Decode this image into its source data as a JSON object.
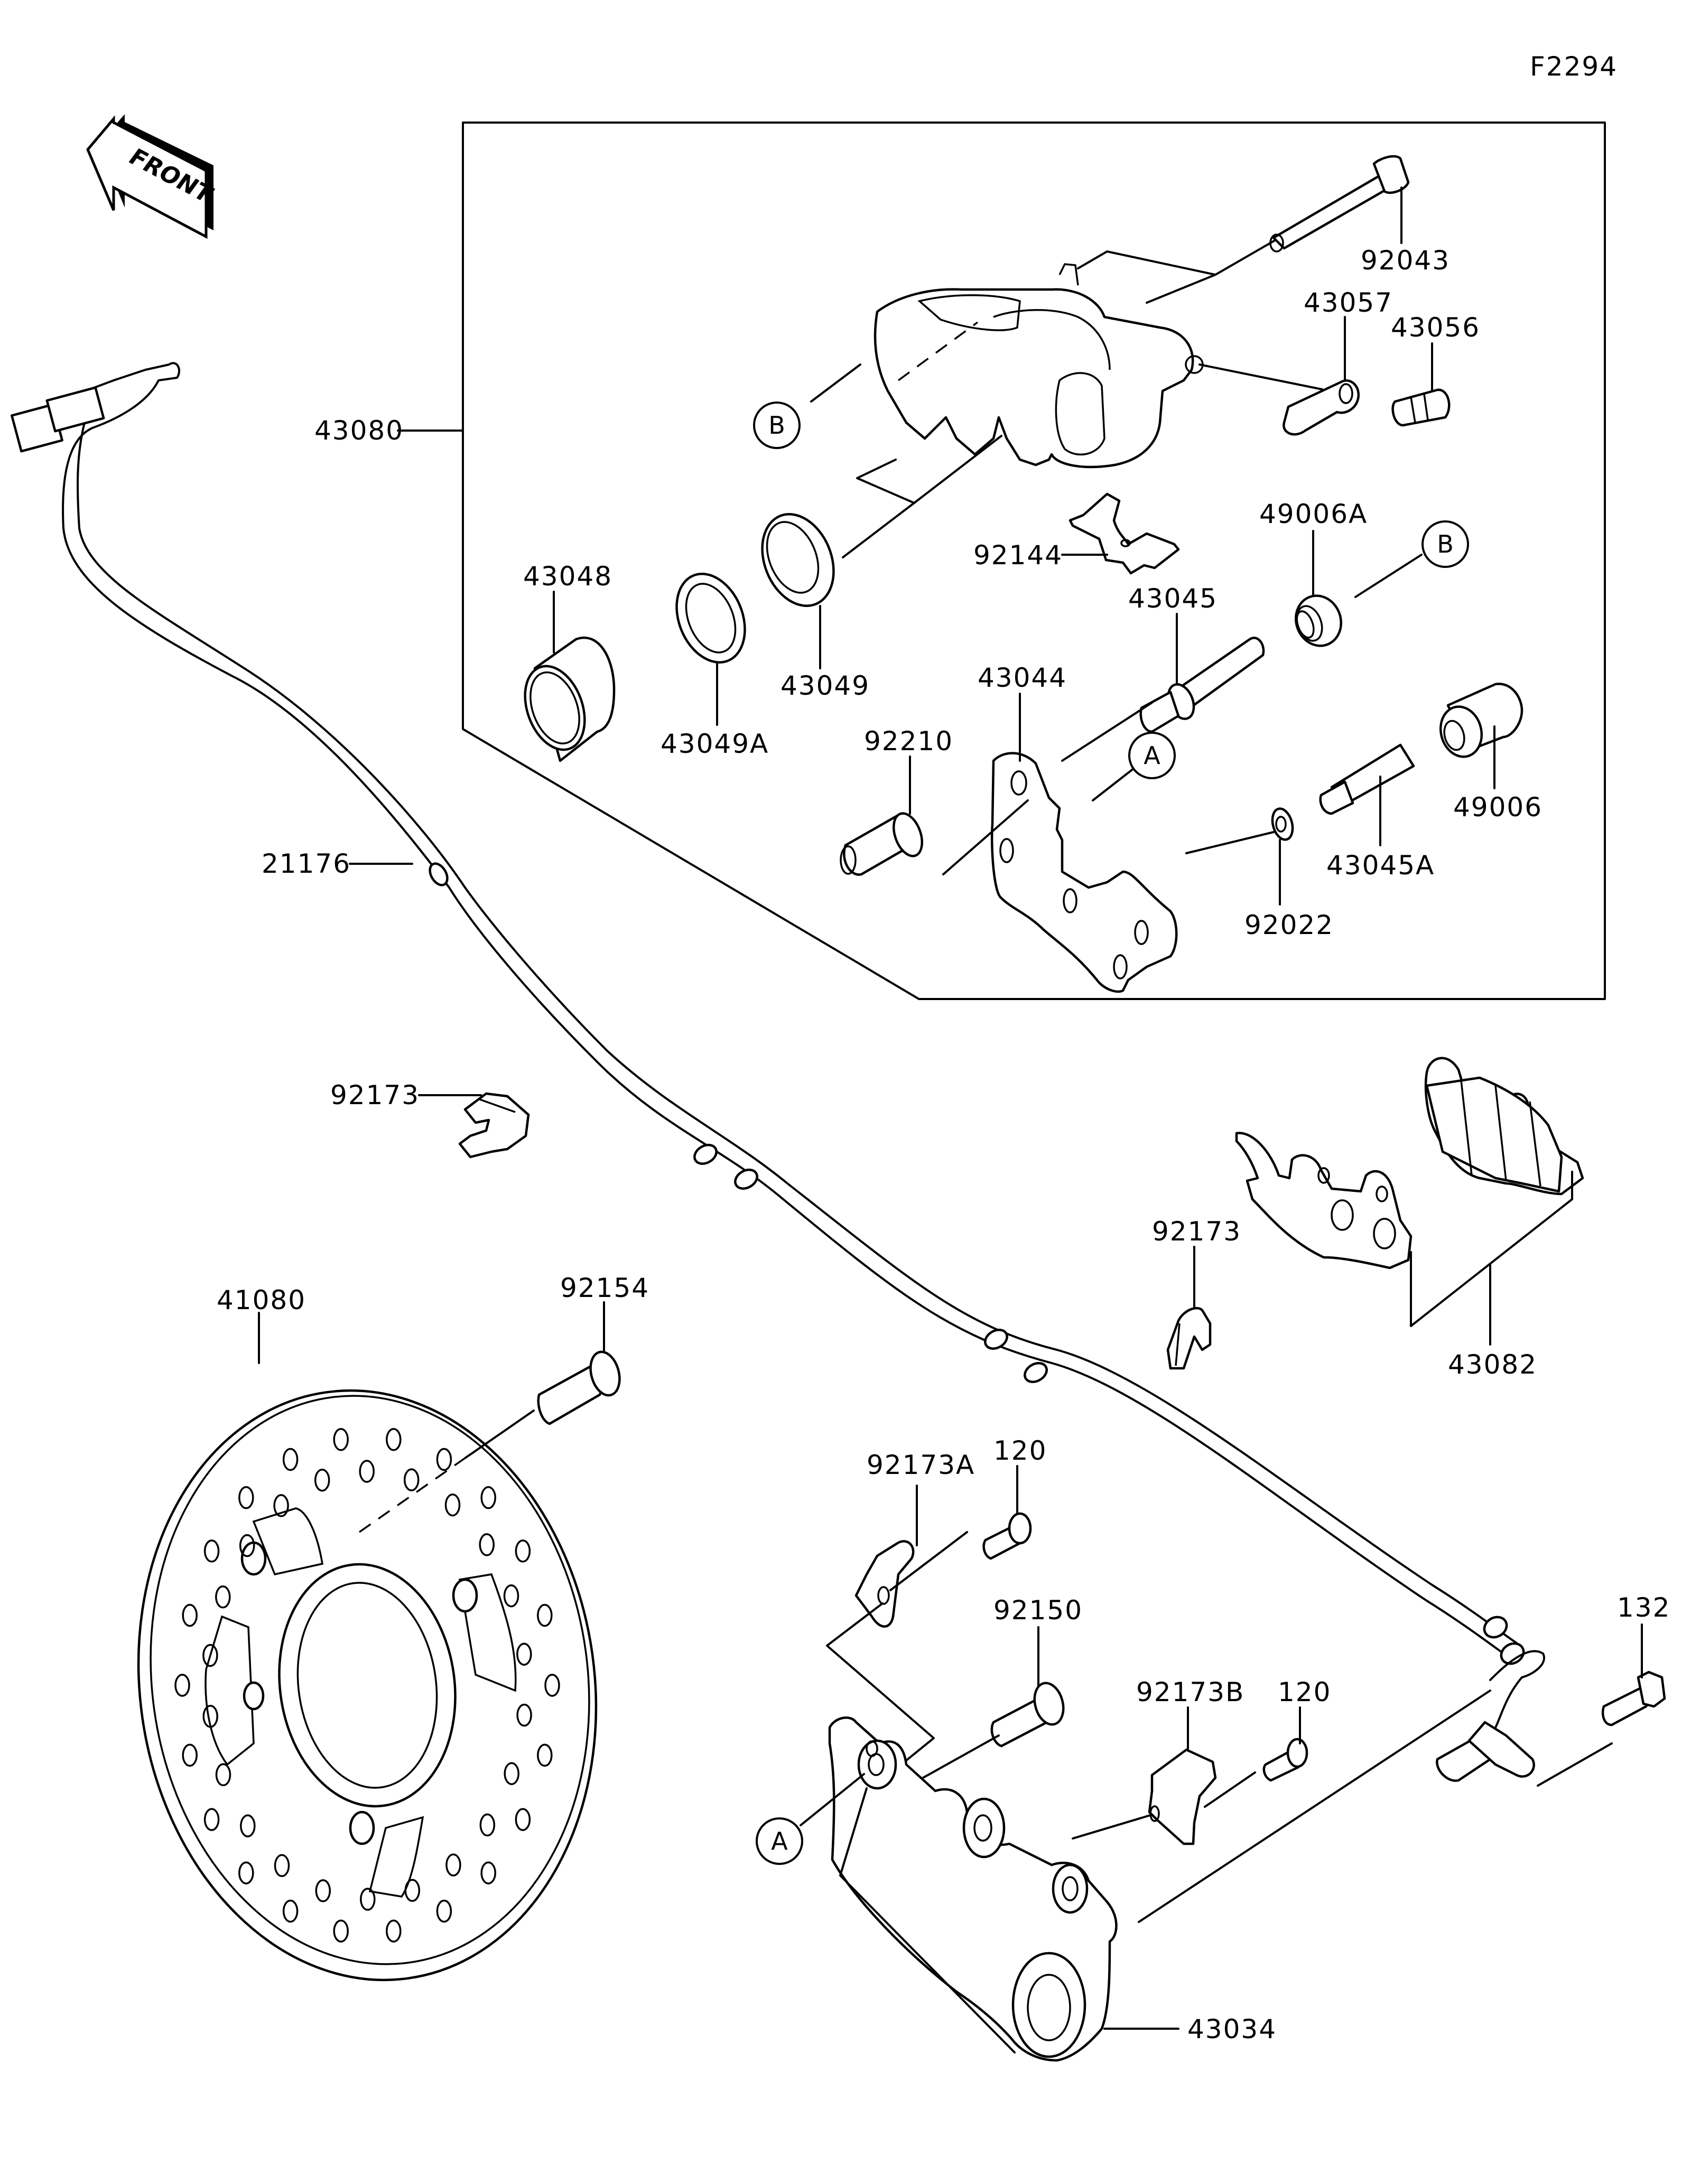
{
  "diagram": {
    "figure_code": "F2294",
    "direction_indicator": "FRONT",
    "assembly_group_label": "43080",
    "reference_markers": [
      "A",
      "B"
    ],
    "parts": [
      {
        "id": "p92043",
        "number": "92043"
      },
      {
        "id": "p43057",
        "number": "43057"
      },
      {
        "id": "p43056",
        "number": "43056"
      },
      {
        "id": "p43080",
        "number": "43080"
      },
      {
        "id": "p92144",
        "number": "92144"
      },
      {
        "id": "p49006A",
        "number": "49006A"
      },
      {
        "id": "p43048",
        "number": "43048"
      },
      {
        "id": "p43049A",
        "number": "43049A"
      },
      {
        "id": "p43049",
        "number": "43049"
      },
      {
        "id": "p43045",
        "number": "43045"
      },
      {
        "id": "p43044",
        "number": "43044"
      },
      {
        "id": "p92210",
        "number": "92210"
      },
      {
        "id": "p49006",
        "number": "49006"
      },
      {
        "id": "p43045A",
        "number": "43045A"
      },
      {
        "id": "p92022",
        "number": "92022"
      },
      {
        "id": "p21176",
        "number": "21176"
      },
      {
        "id": "p92173_upper",
        "number": "92173"
      },
      {
        "id": "p92173_lower",
        "number": "92173"
      },
      {
        "id": "p43082",
        "number": "43082"
      },
      {
        "id": "p41080",
        "number": "41080"
      },
      {
        "id": "p92154",
        "number": "92154"
      },
      {
        "id": "p92173A",
        "number": "92173A"
      },
      {
        "id": "p120_upper",
        "number": "120"
      },
      {
        "id": "p92150",
        "number": "92150"
      },
      {
        "id": "p92173B",
        "number": "92173B"
      },
      {
        "id": "p120_lower",
        "number": "120"
      },
      {
        "id": "p132",
        "number": "132"
      },
      {
        "id": "p43034",
        "number": "43034"
      }
    ]
  }
}
